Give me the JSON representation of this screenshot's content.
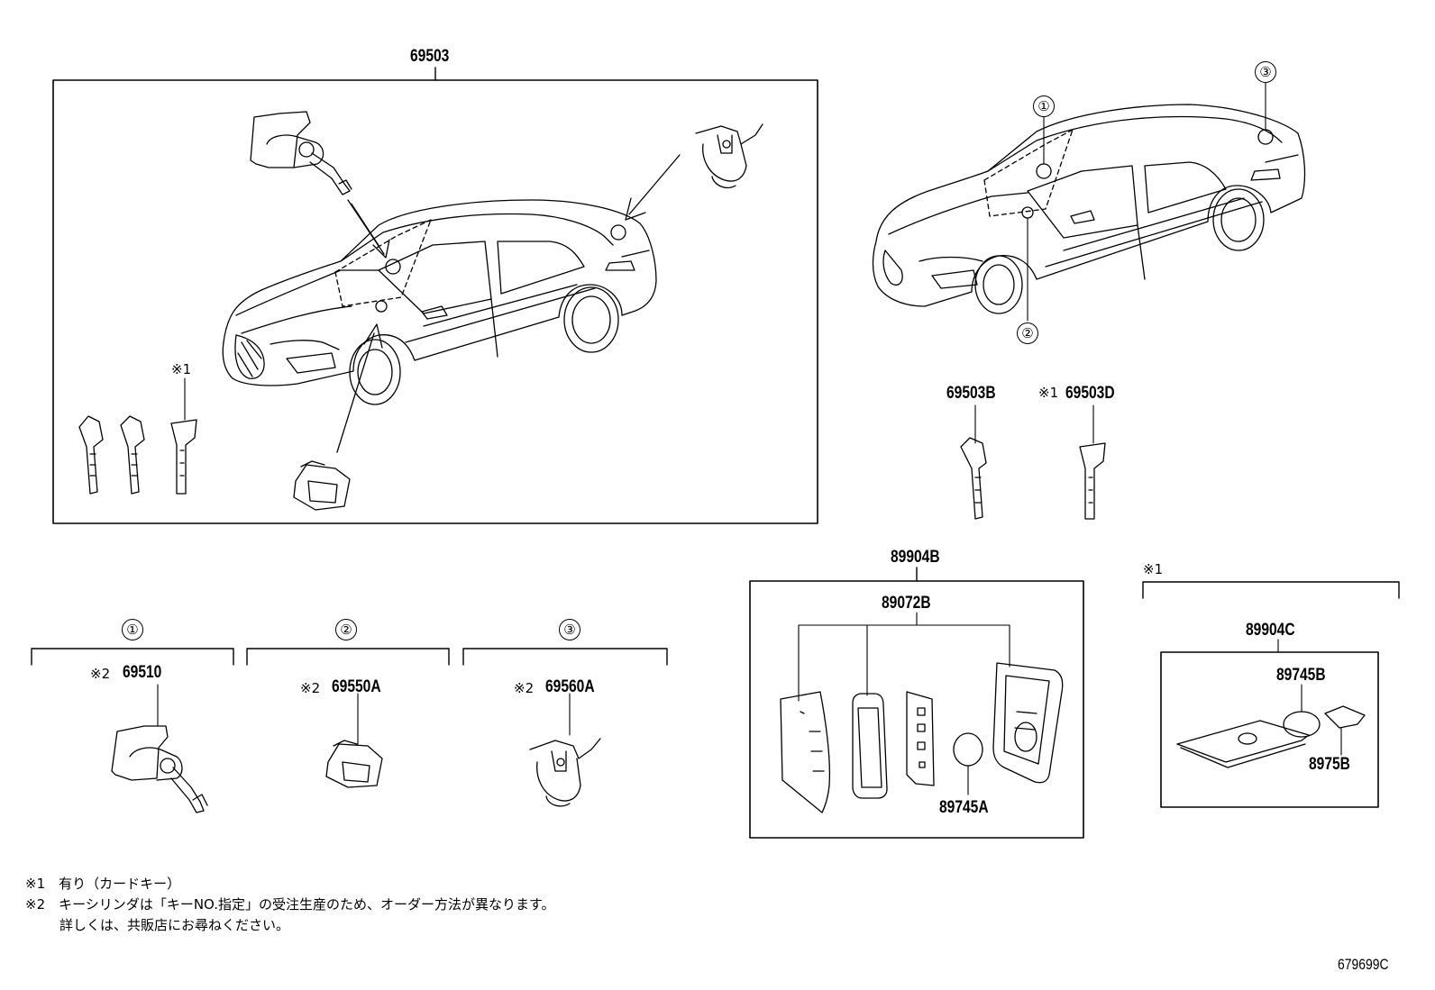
{
  "parts": {
    "p69503": "69503",
    "p69503B": "69503B",
    "p69503D": "69503D",
    "p89904B": "89904B",
    "p89072B": "89072B",
    "p89745A": "89745A",
    "p89904C": "89904C",
    "p89745B": "89745B",
    "p8975B": "8975B",
    "p69510": "69510",
    "p69550A": "69550A",
    "p69560A": "69560A"
  },
  "markers": {
    "one": "①",
    "two": "②",
    "three": "③",
    "star1": "※1",
    "star2": "※2"
  },
  "notes": {
    "n1": "※1　有り（カードキー）",
    "n2": "※2　キーシリンダは「キーNO.指定」の受注生産のため、オーダー方法が異なります。",
    "n3": "詳しくは、共販店にお尋ねください。"
  },
  "diagram_id": "679699C"
}
